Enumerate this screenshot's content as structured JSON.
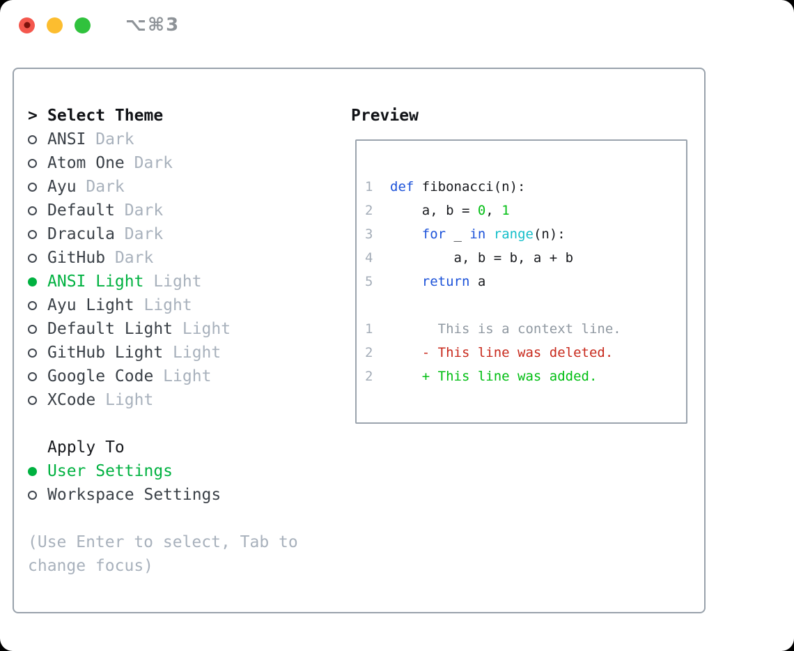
{
  "titlebar": {
    "shortcut": "⌥⌘3",
    "traffic_lights": {
      "close_color": "#f4574d",
      "close_inner_color": "#7d120c",
      "minimize_color": "#fcbd2f",
      "zoom_color": "#30c23d"
    },
    "shortcut_color": "#8e9398"
  },
  "colors": {
    "accent_green": "#00b140",
    "panel_border": "#98a1ab",
    "code_box_border": "#9aa3ad"
  },
  "theme_list": {
    "focus_indicator": ">",
    "header": "Select Theme",
    "items": [
      {
        "name": "ANSI",
        "variant": "Dark",
        "selected": false
      },
      {
        "name": "Atom One",
        "variant": "Dark",
        "selected": false
      },
      {
        "name": "Ayu",
        "variant": "Dark",
        "selected": false
      },
      {
        "name": "Default",
        "variant": "Dark",
        "selected": false
      },
      {
        "name": "Dracula",
        "variant": "Dark",
        "selected": false
      },
      {
        "name": "GitHub",
        "variant": "Dark",
        "selected": false
      },
      {
        "name": "ANSI Light",
        "variant": "Light",
        "selected": true
      },
      {
        "name": "Ayu Light",
        "variant": "Light",
        "selected": false
      },
      {
        "name": "Default Light",
        "variant": "Light",
        "selected": false
      },
      {
        "name": "GitHub Light",
        "variant": "Light",
        "selected": false
      },
      {
        "name": "Google Code",
        "variant": "Light",
        "selected": false
      },
      {
        "name": "XCode",
        "variant": "Light",
        "selected": false
      }
    ]
  },
  "apply_to": {
    "header": "Apply To",
    "items": [
      {
        "label": "User Settings",
        "selected": true
      },
      {
        "label": "Workspace Settings",
        "selected": false
      }
    ]
  },
  "hint": "(Use Enter to select, Tab to change focus)",
  "preview": {
    "header": "Preview",
    "syntax_colors": {
      "fg": "#17191d",
      "kw": "#1c52d9",
      "bi": "#13bec9",
      "num": "#00be12",
      "ctx": "#8f98a1",
      "del": "#c8291c",
      "add": "#00be12"
    },
    "code_lines": [
      {
        "num": "1",
        "segments": [
          {
            "t": "def",
            "c": "kw"
          },
          {
            "t": " fibonacci(n):",
            "c": "fg"
          }
        ]
      },
      {
        "num": "2",
        "segments": [
          {
            "t": "    a, b = ",
            "c": "fg"
          },
          {
            "t": "0",
            "c": "num"
          },
          {
            "t": ", ",
            "c": "fg"
          },
          {
            "t": "1",
            "c": "num"
          }
        ]
      },
      {
        "num": "3",
        "segments": [
          {
            "t": "    ",
            "c": "fg"
          },
          {
            "t": "for",
            "c": "kw"
          },
          {
            "t": " _ ",
            "c": "fg"
          },
          {
            "t": "in",
            "c": "kw"
          },
          {
            "t": " ",
            "c": "fg"
          },
          {
            "t": "range",
            "c": "bi"
          },
          {
            "t": "(n):",
            "c": "fg"
          }
        ]
      },
      {
        "num": "4",
        "segments": [
          {
            "t": "        a, b = b, a + b",
            "c": "fg"
          }
        ]
      },
      {
        "num": "5",
        "segments": [
          {
            "t": "    ",
            "c": "fg"
          },
          {
            "t": "return",
            "c": "kw"
          },
          {
            "t": " a",
            "c": "fg"
          }
        ]
      },
      {
        "num": "",
        "segments": []
      },
      {
        "num": "1",
        "segments": [
          {
            "t": "      This is a context line.",
            "c": "ctx"
          }
        ]
      },
      {
        "num": "2",
        "segments": [
          {
            "t": "    - This line was deleted.",
            "c": "del"
          }
        ]
      },
      {
        "num": "2",
        "segments": [
          {
            "t": "    + This line was added.",
            "c": "add"
          }
        ]
      }
    ]
  }
}
